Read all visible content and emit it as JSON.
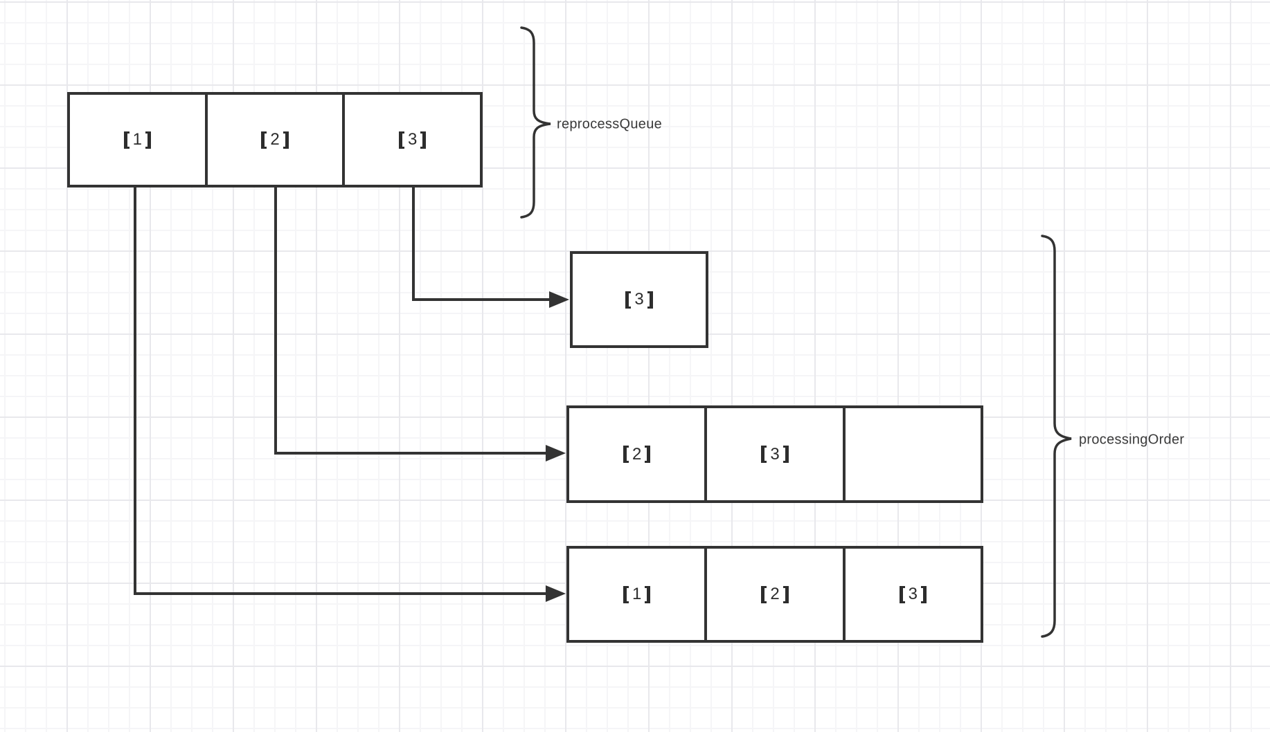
{
  "colors": {
    "stroke_color": "#333333",
    "text_color": "#2d2d2d",
    "label_color": "#3a3a3a",
    "grid_minor": "#f5f5f7",
    "grid_major": "#e8e8ec",
    "background": "#ffffff",
    "cell_fill": "#ffffff"
  },
  "reprocess_queue": {
    "label": "reprocessQueue",
    "cells": [
      {
        "text": "【1】",
        "value": "1"
      },
      {
        "text": "【2】",
        "value": "2"
      },
      {
        "text": "【3】",
        "value": "3"
      }
    ]
  },
  "processing_order": {
    "label": "processingOrder",
    "steps": [
      {
        "cells": [
          {
            "text": "【3】",
            "value": "3"
          }
        ]
      },
      {
        "cells": [
          {
            "text": "【2】",
            "value": "2"
          },
          {
            "text": "【3】",
            "value": "3"
          },
          {
            "text": "",
            "value": ""
          }
        ]
      },
      {
        "cells": [
          {
            "text": "【1】",
            "value": "1"
          },
          {
            "text": "【2】",
            "value": "2"
          },
          {
            "text": "【3】",
            "value": "3"
          }
        ]
      }
    ]
  },
  "arrows": [
    {
      "from_cell": "【3】",
      "to_step": 1
    },
    {
      "from_cell": "【2】",
      "to_step": 2
    },
    {
      "from_cell": "【1】",
      "to_step": 3
    }
  ]
}
